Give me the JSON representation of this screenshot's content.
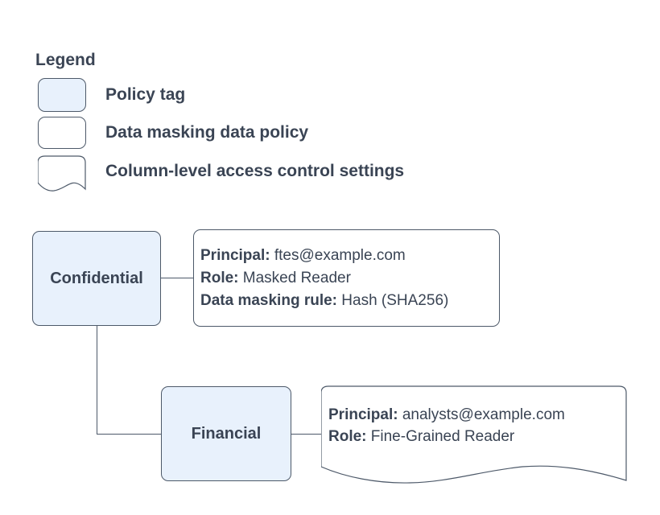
{
  "colors": {
    "policy_tag_fill": "#e8f1fc",
    "shape_stroke": "#4d5969",
    "text": "#3a4454",
    "background": "#ffffff"
  },
  "legend": {
    "title": "Legend",
    "items": [
      {
        "shape": "policy-tag",
        "label": "Policy tag"
      },
      {
        "shape": "data-masking-data-policy",
        "label": "Data masking data policy"
      },
      {
        "shape": "column-level-access-control-settings",
        "label": "Column-level access control settings"
      }
    ]
  },
  "diagram": {
    "confidential_tag": {
      "label": "Confidential"
    },
    "financial_tag": {
      "label": "Financial"
    },
    "masking_policy": {
      "line1": {
        "label": "Principal:",
        "value": " ftes@example.com"
      },
      "line2": {
        "label": "Role:",
        "value": " Masked Reader"
      },
      "line3": {
        "label": "Data masking rule:",
        "value": " Hash (SHA256)"
      }
    },
    "access_settings": {
      "line1": {
        "label": "Principal:",
        "value": " analysts@example.com"
      },
      "line2": {
        "label": "Role:",
        "value": " Fine-Grained Reader"
      }
    }
  }
}
